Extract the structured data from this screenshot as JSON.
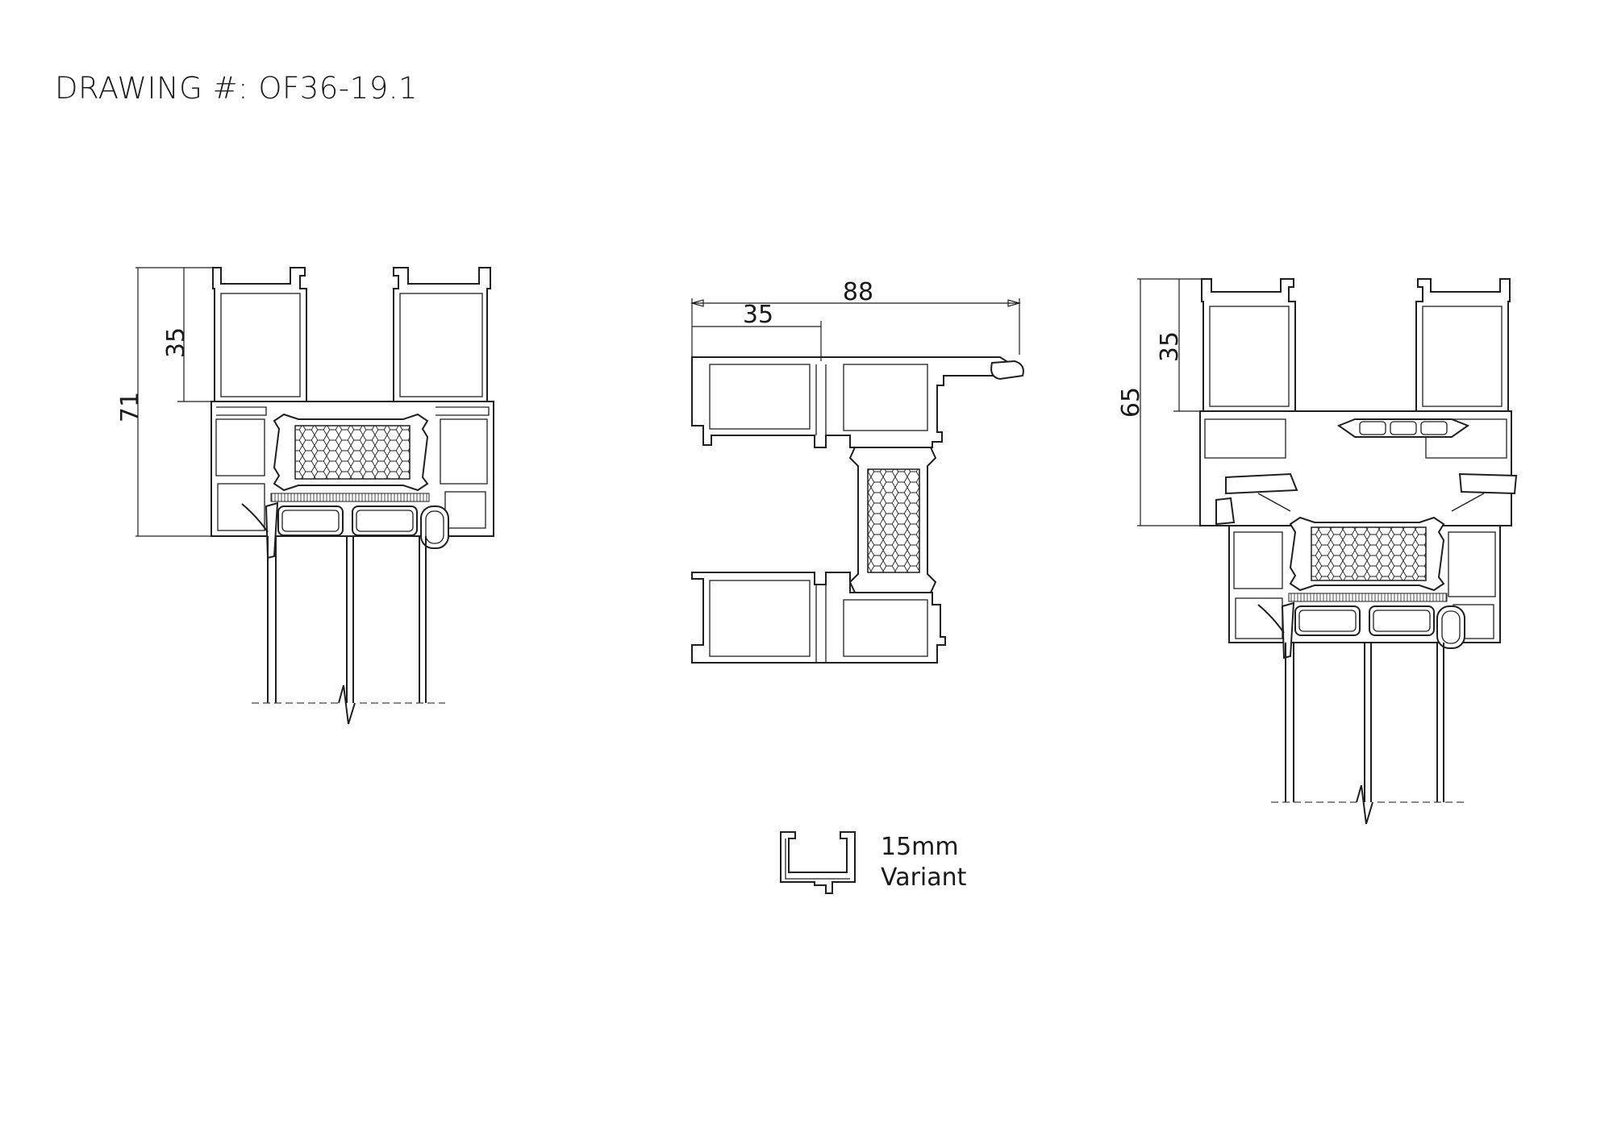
{
  "drawing": {
    "title": "DRAWING #: OF36-19.1"
  },
  "section_left": {
    "dim_overall": "71",
    "dim_inner": "35"
  },
  "section_middle": {
    "dim_overall": "88",
    "dim_inner": "35"
  },
  "section_right": {
    "dim_overall": "65",
    "dim_inner": "35"
  },
  "variant": {
    "line1": "15mm",
    "line2": "Variant"
  },
  "colors": {
    "line": "#1f1f1f",
    "background": "#ffffff"
  }
}
